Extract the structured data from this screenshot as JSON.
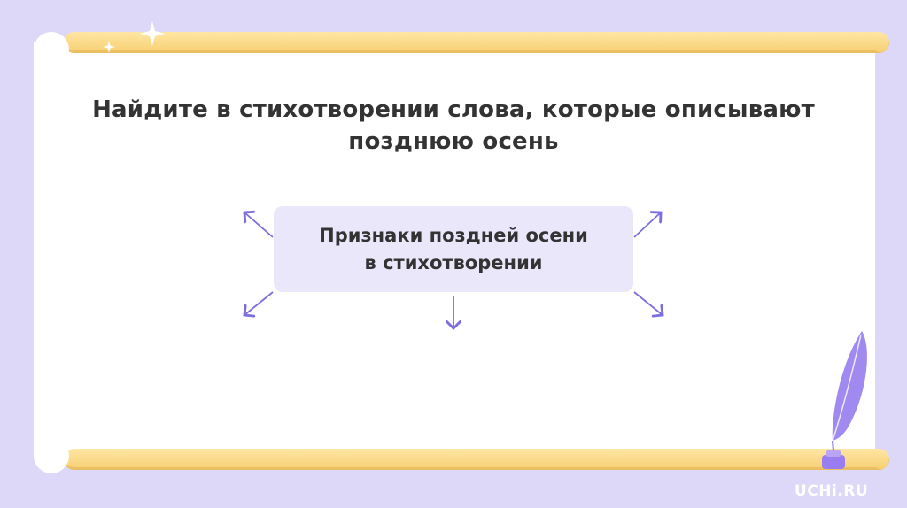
{
  "slide": {
    "heading": "Найдите в стихотворении слова, которые описывают позднюю осень",
    "center_box_text": "Признаки поздней осени\nв стихотворении",
    "logo": "UCHi.RU"
  },
  "icons": {
    "arrows": [
      "arrow-up-left-icon",
      "arrow-up-right-icon",
      "arrow-down-left-icon",
      "arrow-down-icon",
      "arrow-down-right-icon"
    ],
    "decor": [
      "sparkle-icon",
      "feather-quill-icon",
      "inkwell-icon"
    ]
  },
  "colors": {
    "background": "#ddd8f7",
    "paper": "#ffffff",
    "scroll_roll": "#f6cf72",
    "box_fill": "#ebe7fb",
    "arrow": "#7b6fe0",
    "feather": "#a08af0",
    "text": "#333333"
  }
}
